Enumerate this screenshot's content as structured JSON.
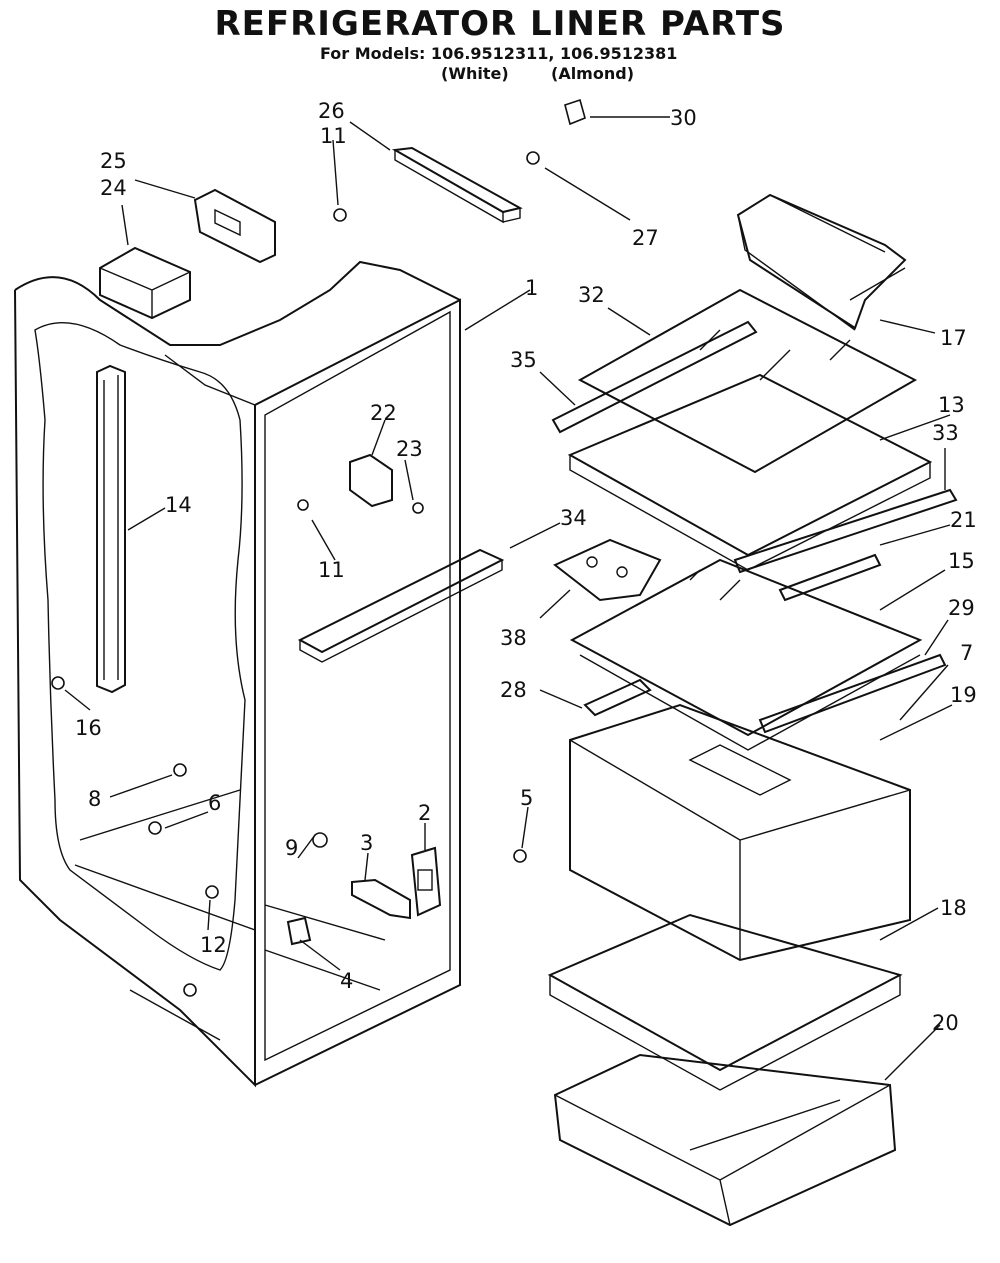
{
  "header": {
    "title": "REFRIGERATOR LINER PARTS",
    "models_line": "For Models: 106.9512311, 106.9512381",
    "variant_white": "(White)",
    "variant_almond": "(Almond)"
  },
  "part_labels": {
    "p1": "1",
    "p2": "2",
    "p3": "3",
    "p4": "4",
    "p5": "5",
    "p6": "6",
    "p7": "7",
    "p8": "8",
    "p9": "9",
    "p11a": "11",
    "p11b": "11",
    "p12": "12",
    "p13": "13",
    "p14": "14",
    "p15": "15",
    "p16": "16",
    "p17": "17",
    "p18": "18",
    "p19": "19",
    "p20": "20",
    "p21": "21",
    "p22": "22",
    "p23": "23",
    "p24": "24",
    "p25": "25",
    "p26": "26",
    "p27": "27",
    "p28": "28",
    "p29": "29",
    "p30": "30",
    "p32": "32",
    "p33": "33",
    "p34": "34",
    "p35": "35",
    "p38": "38"
  }
}
